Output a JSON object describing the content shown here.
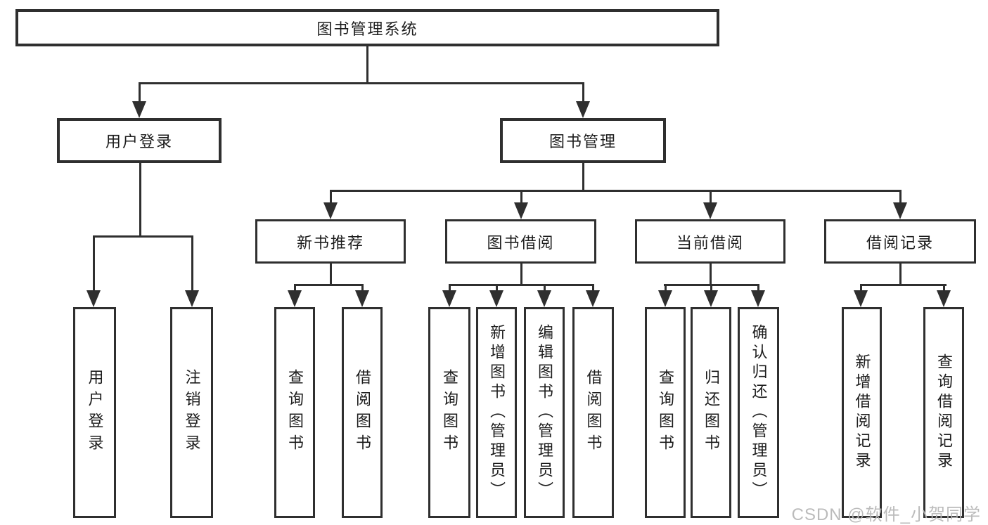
{
  "diagram": {
    "root": {
      "label": "图书管理系统"
    },
    "level2": [
      {
        "label": "用户登录"
      },
      {
        "label": "图书管理"
      }
    ],
    "level3": [
      {
        "label": "新书推荐"
      },
      {
        "label": "图书借阅"
      },
      {
        "label": "当前借阅"
      },
      {
        "label": "借阅记录"
      }
    ],
    "leaves": {
      "user_login": [
        "用户登录",
        "注销登录"
      ],
      "new_book": [
        "查询图书",
        "借阅图书"
      ],
      "borrow": [
        "查询图书",
        "新增图书（管理员）",
        "编辑图书（管理员）",
        "借阅图书"
      ],
      "current": [
        "查询图书",
        "归还图书",
        "确认归还（管理员）"
      ],
      "records": [
        "新增借阅记录",
        "查询借阅记录"
      ]
    }
  },
  "watermark": "CSDN @软件_小贺同学",
  "colors": {
    "line": "#2f2f2f",
    "text": "#1c1c1c",
    "watermark": "#b6b6b6",
    "bg": "#ffffff"
  }
}
